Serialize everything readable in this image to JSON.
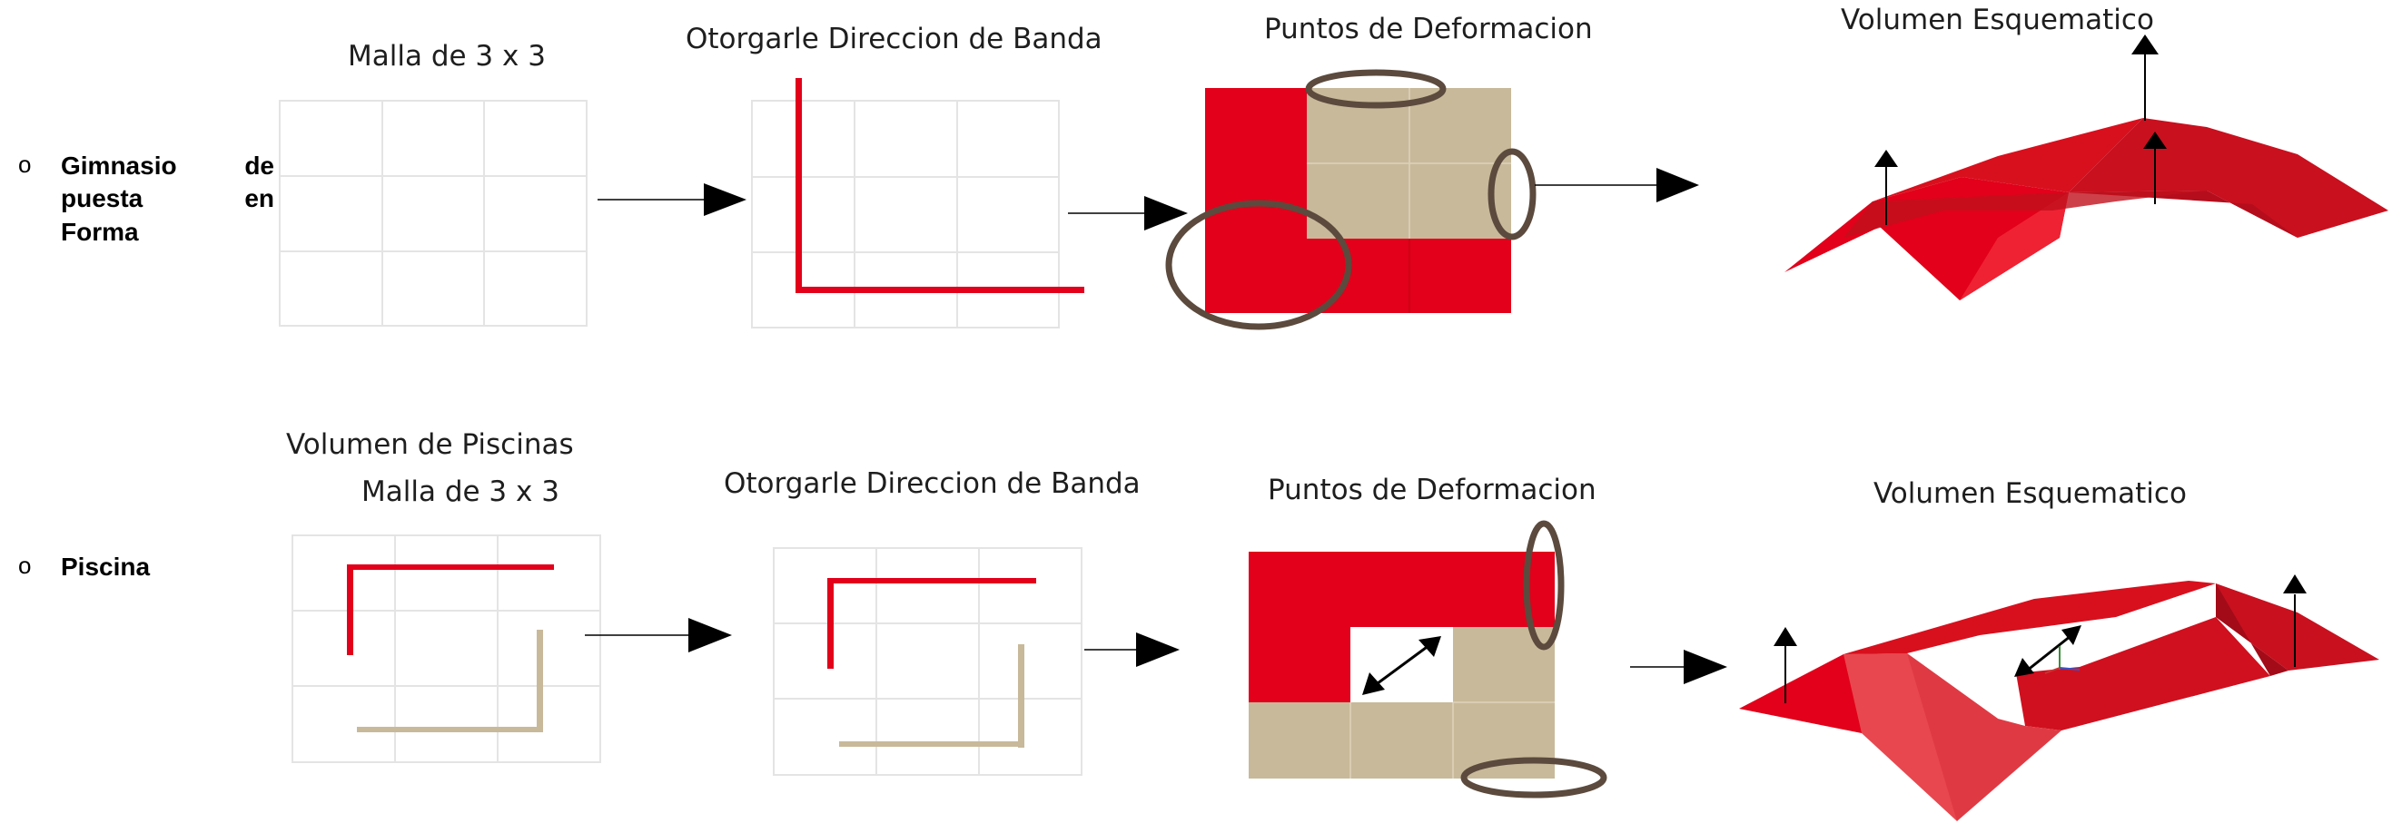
{
  "rows": [
    {
      "label_lines": [
        "Gimnasio",
        "de",
        "puesta",
        "en",
        "Forma"
      ],
      "steps": [
        "Malla de 3 x 3",
        "Otorgarle Direccion de Banda",
        "Puntos de Deformacion",
        "Volumen Esquematico"
      ]
    },
    {
      "label_lines": [
        "Piscina"
      ],
      "caption_above": "Volumen de Piscinas",
      "steps": [
        "Malla de 3 x 3",
        "Otorgarle Direccion de Banda",
        "Puntos de Deformacion",
        "Volumen Esquematico"
      ]
    }
  ],
  "bullet_symbol": "o",
  "colors": {
    "red": "#e2001a",
    "beige": "#c8b99a",
    "ring": "#5b4a3d",
    "grid": "#e4e4e4",
    "arrow": "#000000"
  }
}
